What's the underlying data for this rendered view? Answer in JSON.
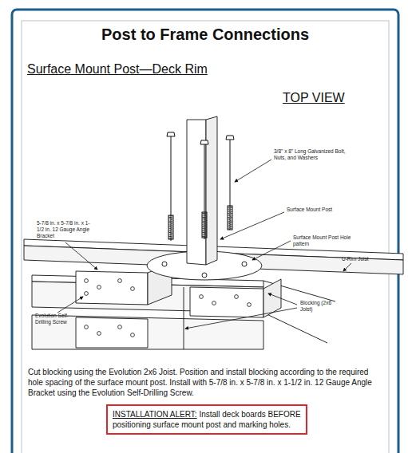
{
  "diagram": {
    "title": "Post to Frame Connections",
    "nodes": [
      {
        "text": [
          "INSTALLATION ALERT:",
          "Install deck boards BEFORE positioning surface mount post and marking holes."
        ]
      }
    ],
    "labels": [
      "Surface Mount Post—Deck Rim",
      "TOP VIEW",
      "3/8\" x 8\" Long Galvanized Bolt, Nuts, and Washers",
      "Surface Mount Post",
      "Surface Mount Post Hole pattern",
      "U-Rim Joist",
      "5-7/8 in. x 5-7/8 in. x 1-1/2 in. 12 Gauge Angle Bracket",
      "Evolution Self-Drilling Screw",
      "Blocking (2x6 Joist)",
      "Cut blocking using the Evolution 2x6 Joist. Position and install blocking according to the required hole spacing of the surface mount post. Install with 5-7/8 in. x 5-7/8 in. x 1-1/2 in. 12 Gauge Angle Bracket using the Evolution Self-Drilling Screw."
    ]
  }
}
